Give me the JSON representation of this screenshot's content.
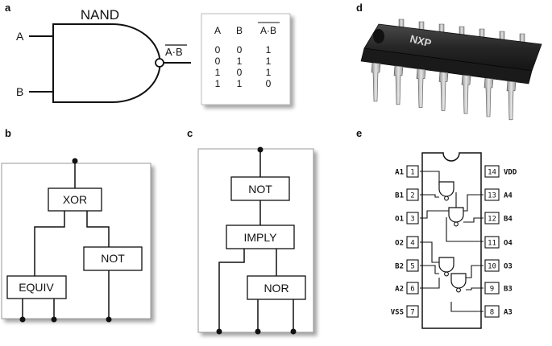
{
  "panel_a": {
    "letter": "a",
    "gate_title": "NAND",
    "input_a": "A",
    "input_b": "B",
    "output": "A·B",
    "truth_table": {
      "headers": [
        "A",
        "B",
        "A·B"
      ],
      "rows": [
        [
          "0",
          "0",
          "1"
        ],
        [
          "0",
          "1",
          "1"
        ],
        [
          "1",
          "0",
          "1"
        ],
        [
          "1",
          "1",
          "0"
        ]
      ]
    }
  },
  "panel_b": {
    "letter": "b",
    "boxes": {
      "xor": "XOR",
      "not": "NOT",
      "equiv": "EQUIV"
    }
  },
  "panel_c": {
    "letter": "c",
    "boxes": {
      "not": "NOT",
      "imply": "IMPLY",
      "nor": "NOR"
    }
  },
  "panel_d": {
    "letter": "d",
    "chip_marking": "NXP"
  },
  "panel_e": {
    "letter": "e",
    "left_pins": [
      {
        "num": "1",
        "name": "A1"
      },
      {
        "num": "2",
        "name": "B1"
      },
      {
        "num": "3",
        "name": "O1"
      },
      {
        "num": "4",
        "name": "O2"
      },
      {
        "num": "5",
        "name": "B2"
      },
      {
        "num": "6",
        "name": "A2"
      },
      {
        "num": "7",
        "name": "VSS"
      }
    ],
    "right_pins": [
      {
        "num": "14",
        "name": "VDD"
      },
      {
        "num": "13",
        "name": "A4"
      },
      {
        "num": "12",
        "name": "B4"
      },
      {
        "num": "11",
        "name": "O4"
      },
      {
        "num": "10",
        "name": "O3"
      },
      {
        "num": "9",
        "name": "B3"
      },
      {
        "num": "8",
        "name": "A3"
      }
    ]
  },
  "colors": {
    "ink": "#111111",
    "shadow": "#bdbdbd",
    "chip_body": "#2a2a2a",
    "chip_leg": "#c9c9c9"
  }
}
